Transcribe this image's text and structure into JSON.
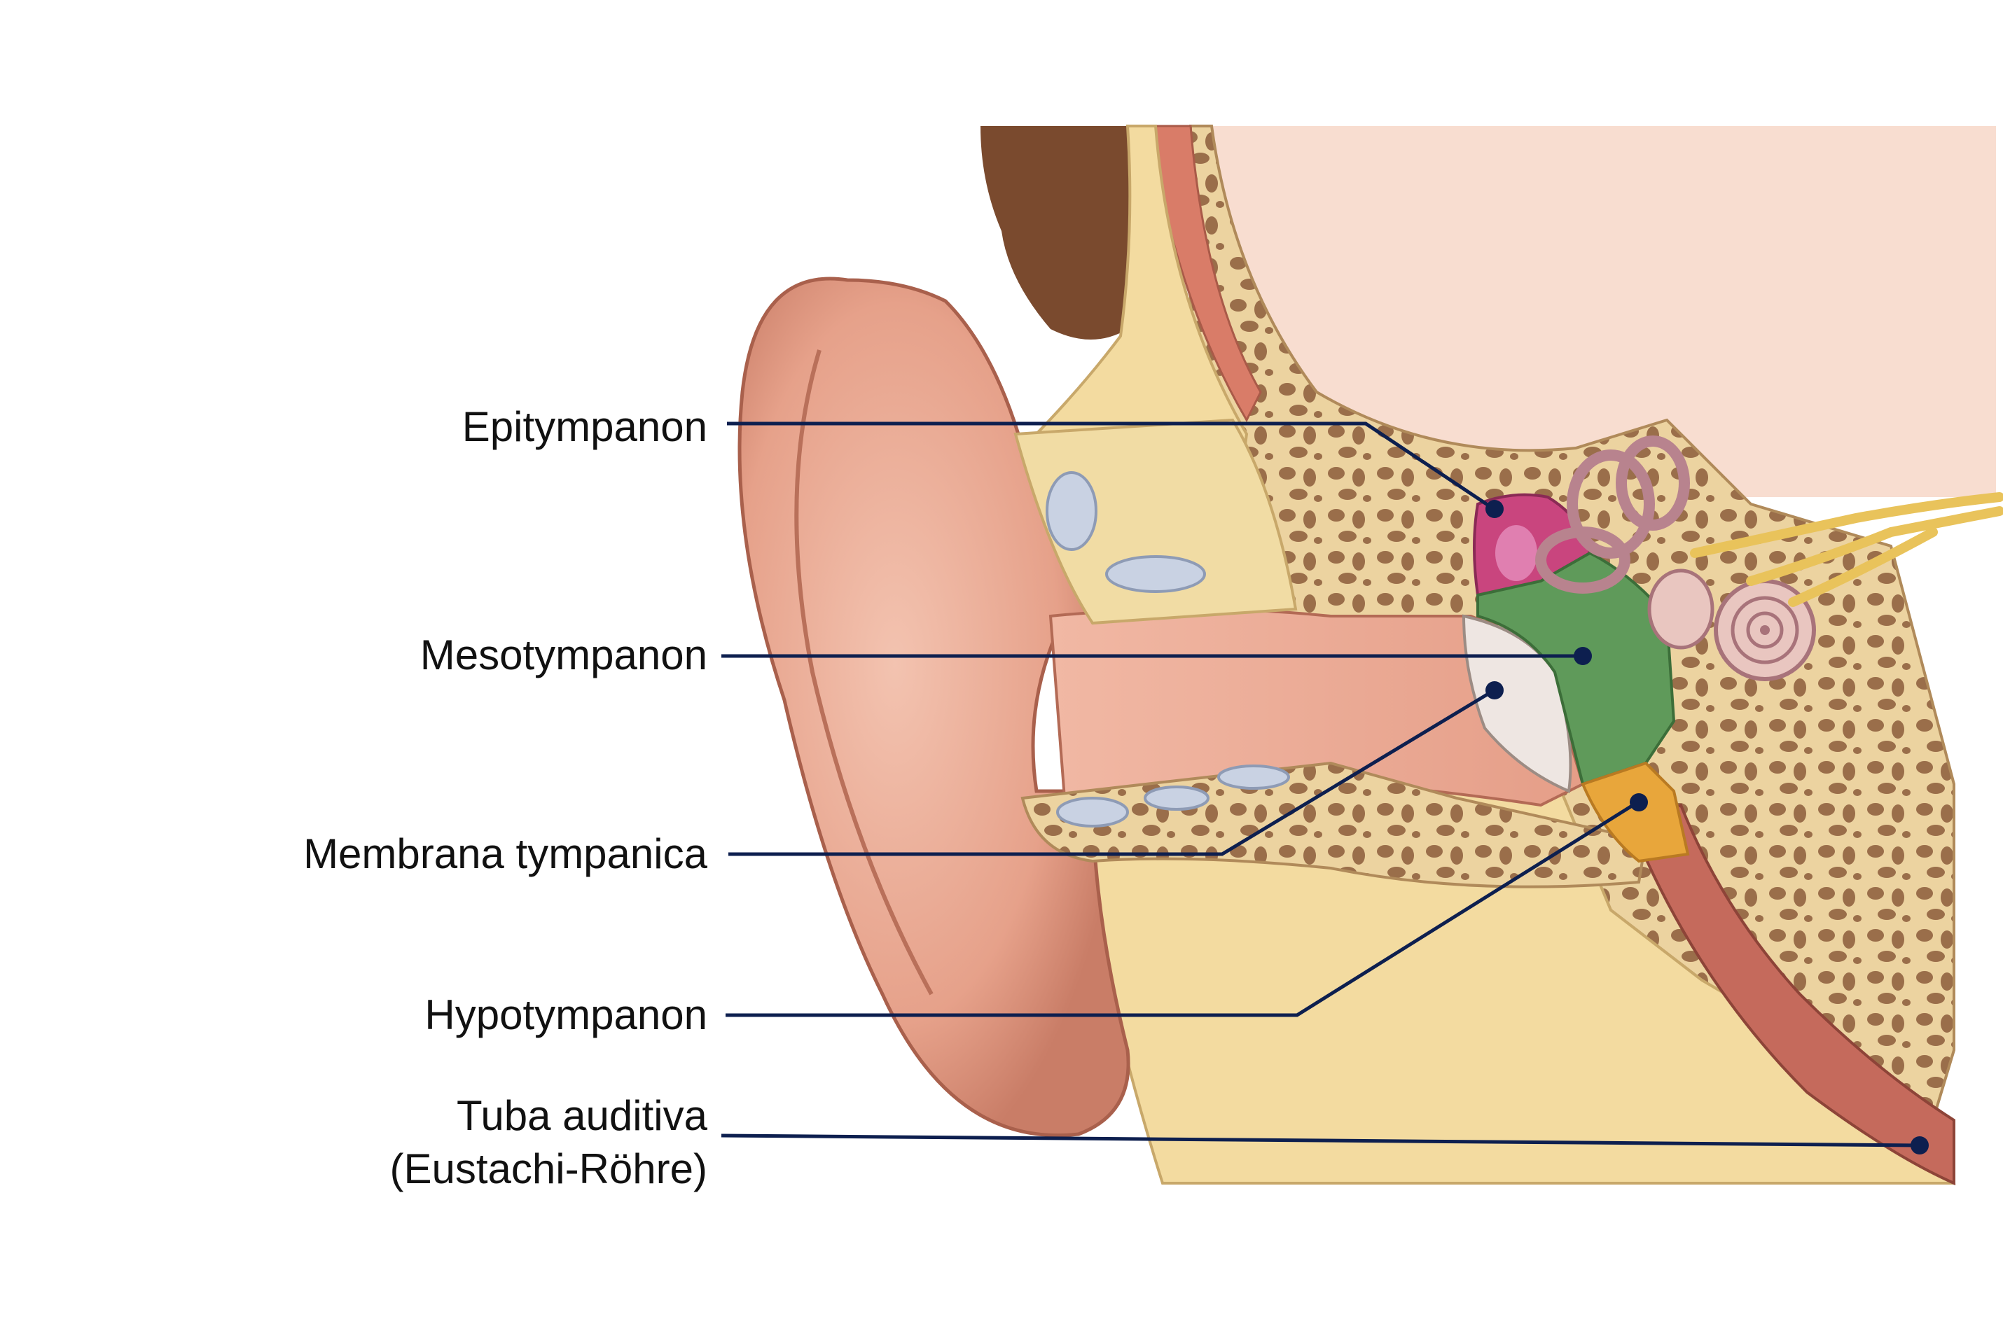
{
  "labels": {
    "epitympanon": "Epitympanon",
    "mesotympanon": "Mesotympanon",
    "membrana": "Membrana tympanica",
    "hypotympanon": "Hypotympanon",
    "tuba_line1": "Tuba auditiva",
    "tuba_line2": "(Eustachi-Röhre)"
  },
  "colors": {
    "leader_line": "#0d1f4f",
    "epitympanon": "#c9457e",
    "mesotympanon": "#5f9a5a",
    "hypotympanon": "#e8a63b",
    "skin": "#e9a48e",
    "bone": "#f1dca4",
    "background_tissue": "#f8ddd0"
  }
}
